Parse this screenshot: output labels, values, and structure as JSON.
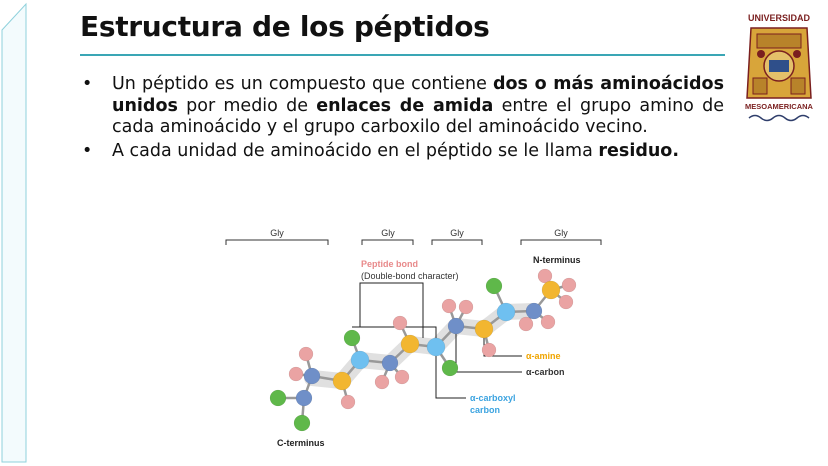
{
  "slide": {
    "title": "Estructura de los péptidos"
  },
  "logo": {
    "top_text": "UNIVERSIDAD",
    "bottom_text": "MESOAMERICANA"
  },
  "bullets": {
    "b1": {
      "t1": "Un péptido es un compuesto que contiene ",
      "t2": "dos o más aminoácidos unidos",
      "t3": " por medio de ",
      "t4": "enlaces de amida",
      "t5": " entre el grupo amino de cada aminoácido y el grupo carboxilo del aminoácido vecino."
    },
    "b2": {
      "t1": "A cada unidad de aminoácido en el péptido se le llama ",
      "t2": "residuo."
    }
  },
  "diagram": {
    "residue_labels": [
      "Gly",
      "Gly",
      "Gly",
      "Gly"
    ],
    "peptide_bond": "Peptide bond",
    "double_bond": "(Double-bond character)",
    "n_terminus": "N-terminus",
    "c_terminus": "C-terminus",
    "alpha_amine": "α-amine",
    "alpha_carbon": "α-carbon",
    "alpha_carboxyl_1": "α-carboxyl",
    "alpha_carboxyl_2": "carbon",
    "colors": {
      "teal_rule": "#3aa6b5",
      "peptide_bond_label": "#e8898a",
      "alpha_amine": "#f0a500",
      "alpha_carboxyl": "#3ba3e0",
      "nitrogen": "#5d84c4",
      "oxygen_green": "#5fb84a",
      "carbon_yellow": "#f2b630",
      "hydrogen_pink": "#eaa3a3",
      "backbone_blue": "#6fc0f0"
    }
  }
}
